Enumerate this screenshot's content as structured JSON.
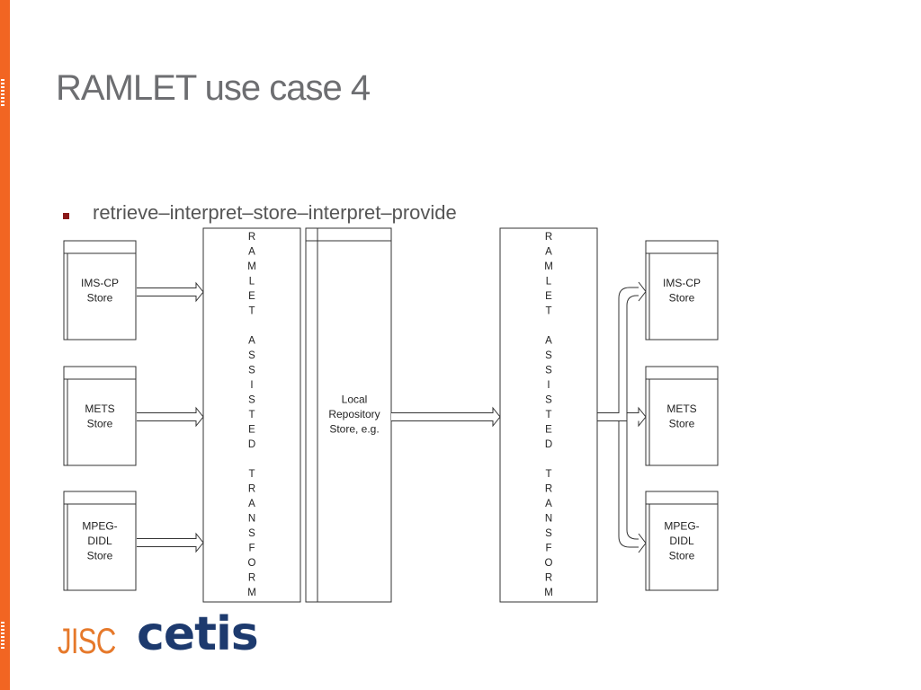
{
  "slide": {
    "title": "RAMLET use case 4",
    "bullet": "retrieve–interpret–store–interpret–provide",
    "colors": {
      "accent": "#f26522",
      "bullet": "#8b1a1a",
      "title": "#6d6e71"
    }
  },
  "diagram": {
    "sources": [
      [
        "IMS-CP",
        "Store"
      ],
      [
        "METS",
        "Store"
      ],
      [
        "MPEG-",
        "DIDL",
        "Store"
      ]
    ],
    "transform_label": "RAMLET ASSISTED TRANSFORM",
    "repository": [
      "Local",
      "Repository",
      "Store, e.g."
    ],
    "targets": [
      [
        "IMS-CP",
        "Store"
      ],
      [
        "METS",
        "Store"
      ],
      [
        "MPEG-",
        "DIDL",
        "Store"
      ]
    ]
  },
  "logo": {
    "jisc": "JISC",
    "cetis": "cetis"
  }
}
